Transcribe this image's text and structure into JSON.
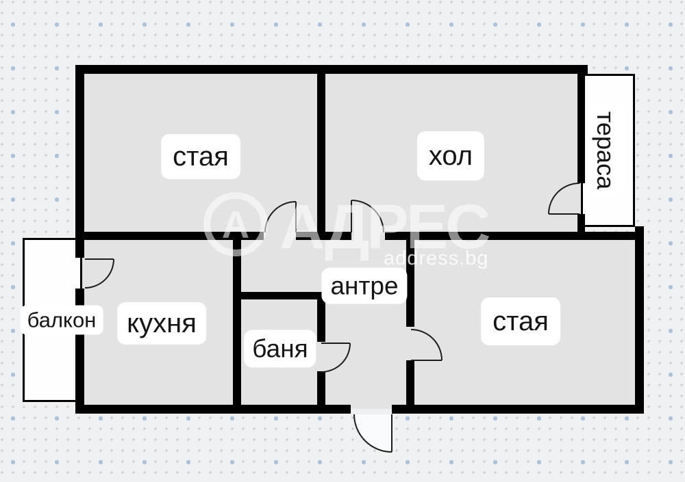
{
  "floorplan": {
    "rooms": {
      "staya_top": {
        "label": "стая"
      },
      "hol": {
        "label": "хол"
      },
      "terasa": {
        "label": "тераса"
      },
      "balkon": {
        "label": "балкон"
      },
      "kuhnya": {
        "label": "кухня"
      },
      "banya": {
        "label": "баня"
      },
      "antre": {
        "label": "антре"
      },
      "staya_bottom": {
        "label": "стая"
      }
    },
    "watermark": {
      "logo_letter": "А",
      "brand_text": "АДРЕС",
      "site_text": "address.bg"
    },
    "colors": {
      "wall": "#000000",
      "room_fill": "#e3e3e4",
      "outdoor_fill": "#fefefe",
      "background": "#eef0f1",
      "dot": "#c7cbd1",
      "accent_dot": "#aec2de"
    }
  }
}
